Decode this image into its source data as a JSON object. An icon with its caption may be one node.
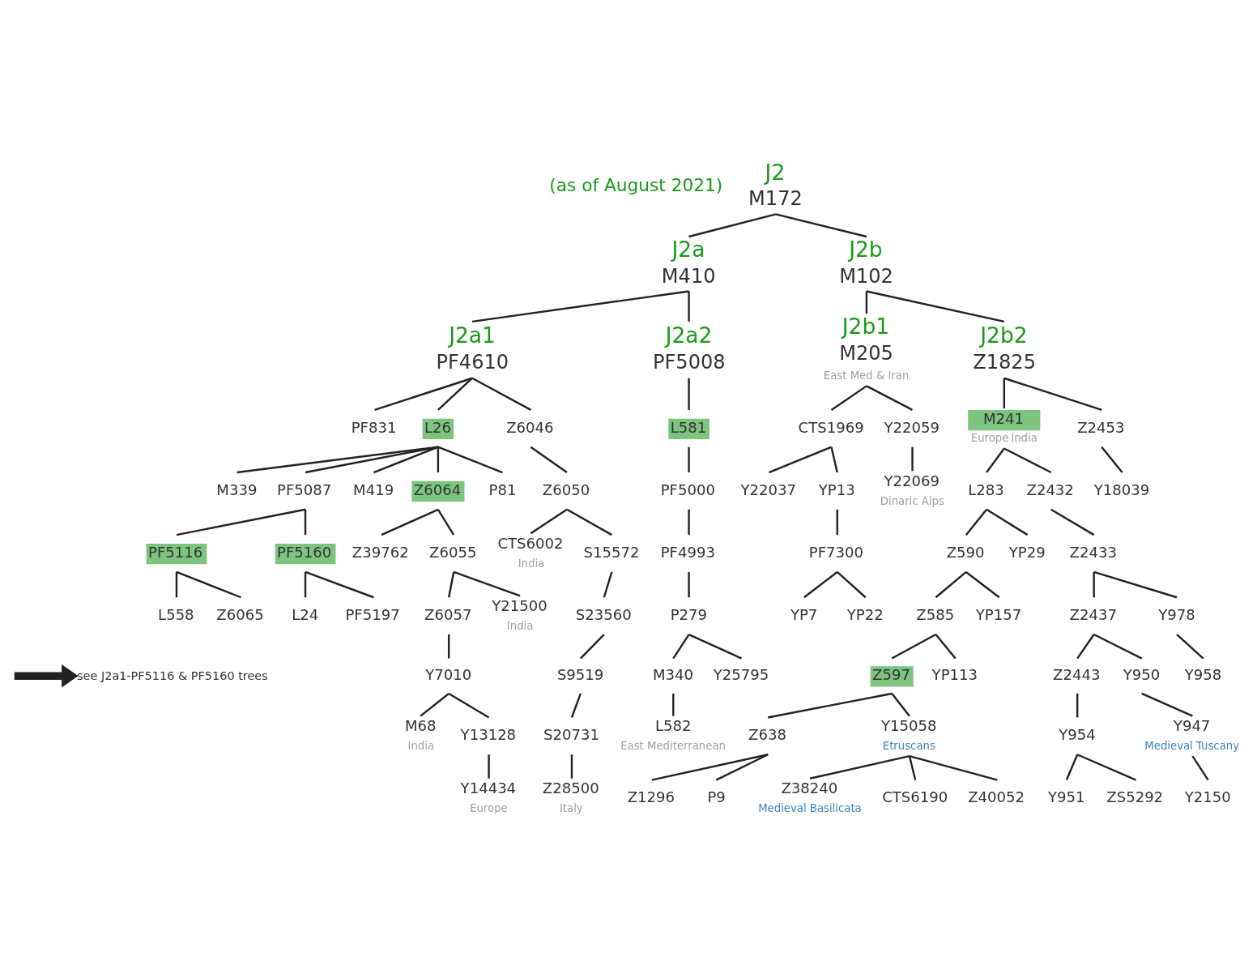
{
  "diagram": {
    "nodes": [
      {
        "text": [
          "J2",
          "M172"
        ]
      },
      {
        "text": [
          "J2a",
          "M410"
        ]
      },
      {
        "text": [
          "J2b",
          "M102"
        ]
      },
      {
        "text": [
          "J2a1",
          "PF4610"
        ]
      },
      {
        "text": [
          "J2a2",
          "PF5008"
        ]
      },
      {
        "text": [
          "J2b1",
          "M205"
        ],
        "beside": [
          "East Med & Iran"
        ]
      },
      {
        "text": [
          "J2b2",
          "Z1825"
        ]
      },
      {
        "text": [
          "PF831"
        ]
      },
      {
        "text": [
          "L26"
        ]
      },
      {
        "text": [
          "Z6046"
        ]
      },
      {
        "text": [
          "L581"
        ]
      },
      {
        "text": [
          "CTS1969"
        ]
      },
      {
        "text": [
          "Y22059"
        ]
      },
      {
        "text": [
          "M241"
        ],
        "beside": [
          "Europe",
          "India"
        ]
      },
      {
        "text": [
          "Z2453"
        ]
      },
      {
        "text": [
          "M339"
        ]
      },
      {
        "text": [
          "PF5087"
        ]
      },
      {
        "text": [
          "M419"
        ]
      },
      {
        "text": [
          "Z6064"
        ]
      },
      {
        "text": [
          "P81"
        ]
      },
      {
        "text": [
          "Z6050"
        ]
      },
      {
        "text": [
          "PF5000"
        ]
      },
      {
        "text": [
          "Y22037"
        ]
      },
      {
        "text": [
          "YP13"
        ]
      },
      {
        "text": [
          "Y22069"
        ],
        "beside": [
          "Dinaric Alps"
        ]
      },
      {
        "text": [
          "L283"
        ]
      },
      {
        "text": [
          "Z2432"
        ]
      },
      {
        "text": [
          "Y18039"
        ]
      },
      {
        "text": [
          "PF5116"
        ]
      },
      {
        "text": [
          "PF5160"
        ]
      },
      {
        "text": [
          "Z39762"
        ]
      },
      {
        "text": [
          "Z6055"
        ]
      },
      {
        "text": [
          "CTS6002"
        ],
        "beside": [
          "India"
        ]
      },
      {
        "text": [
          "S15572"
        ]
      },
      {
        "text": [
          "PF4993"
        ]
      },
      {
        "text": [
          "PF7300"
        ]
      },
      {
        "text": [
          "Z590"
        ]
      },
      {
        "text": [
          "YP29"
        ]
      },
      {
        "text": [
          "Z2433"
        ]
      },
      {
        "text": [
          "L558"
        ]
      },
      {
        "text": [
          "Z6065"
        ]
      },
      {
        "text": [
          "L24"
        ]
      },
      {
        "text": [
          "PF5197"
        ]
      },
      {
        "text": [
          "Z6057"
        ]
      },
      {
        "text": [
          "Y21500"
        ],
        "beside": [
          "India"
        ]
      },
      {
        "text": [
          "S23560"
        ]
      },
      {
        "text": [
          "P279"
        ]
      },
      {
        "text": [
          "YP7"
        ]
      },
      {
        "text": [
          "YP22"
        ]
      },
      {
        "text": [
          "Z585"
        ]
      },
      {
        "text": [
          "YP157"
        ]
      },
      {
        "text": [
          "Z2437"
        ]
      },
      {
        "text": [
          "Y978"
        ]
      },
      {
        "text": [
          "see J2a1-PF5116 & PF5160 trees"
        ]
      },
      {
        "text": [
          "Y7010"
        ]
      },
      {
        "text": [
          "S9519"
        ]
      },
      {
        "text": [
          "M340"
        ]
      },
      {
        "text": [
          "Y25795"
        ]
      },
      {
        "text": [
          "Z597"
        ]
      },
      {
        "text": [
          "YP113"
        ]
      },
      {
        "text": [
          "Z2443"
        ]
      },
      {
        "text": [
          "Y950"
        ]
      },
      {
        "text": [
          "Y958"
        ]
      },
      {
        "text": [
          "M68"
        ],
        "beside": [
          "India"
        ]
      },
      {
        "text": [
          "Y13128"
        ]
      },
      {
        "text": [
          "S20731"
        ]
      },
      {
        "text": [
          "L582"
        ],
        "beside": [
          "East Mediterranean"
        ]
      },
      {
        "text": [
          "Z638"
        ]
      },
      {
        "text": [
          "Y15058"
        ],
        "beside": [
          "Etruscans"
        ]
      },
      {
        "text": [
          "Y954"
        ]
      },
      {
        "text": [
          "Y947"
        ],
        "beside": [
          "Medieval Tuscany"
        ]
      },
      {
        "text": [
          "Y14434"
        ],
        "beside": [
          "Europe"
        ]
      },
      {
        "text": [
          "Z28500"
        ],
        "beside": [
          "Italy"
        ]
      },
      {
        "text": [
          "Z1296"
        ]
      },
      {
        "text": [
          "P9"
        ]
      },
      {
        "text": [
          "Z38240"
        ],
        "beside": [
          "Medieval Basilicata"
        ]
      },
      {
        "text": [
          "CTS6190"
        ]
      },
      {
        "text": [
          "Z40052"
        ]
      },
      {
        "text": [
          "Y951"
        ]
      },
      {
        "text": [
          "ZS5292"
        ]
      },
      {
        "text": [
          "Y2150"
        ]
      }
    ],
    "edges": [
      {
        "from": 0,
        "to": 1,
        "arrow": "none"
      },
      {
        "from": 0,
        "to": 2,
        "arrow": "none"
      },
      {
        "from": 1,
        "to": 3,
        "arrow": "none"
      },
      {
        "from": 1,
        "to": 4,
        "arrow": "none"
      },
      {
        "from": 2,
        "to": 5,
        "arrow": "none"
      },
      {
        "from": 2,
        "to": 6,
        "arrow": "none"
      },
      {
        "from": 3,
        "to": 7,
        "arrow": "none"
      },
      {
        "from": 3,
        "to": 8,
        "arrow": "none"
      },
      {
        "from": 3,
        "to": 9,
        "arrow": "none"
      },
      {
        "from": 4,
        "to": 10,
        "arrow": "none"
      },
      {
        "from": 5,
        "to": 11,
        "arrow": "none"
      },
      {
        "from": 5,
        "to": 12,
        "arrow": "none"
      },
      {
        "from": 6,
        "to": 13,
        "arrow": "none"
      },
      {
        "from": 6,
        "to": 14,
        "arrow": "none"
      },
      {
        "from": 8,
        "to": 15,
        "arrow": "none"
      },
      {
        "from": 8,
        "to": 16,
        "arrow": "none"
      },
      {
        "from": 8,
        "to": 17,
        "arrow": "none"
      },
      {
        "from": 8,
        "to": 18,
        "arrow": "none"
      },
      {
        "from": 8,
        "to": 19,
        "arrow": "none"
      },
      {
        "from": 9,
        "to": 20,
        "arrow": "none"
      },
      {
        "from": 10,
        "to": 21,
        "arrow": "none"
      },
      {
        "from": 11,
        "to": 22,
        "arrow": "none"
      },
      {
        "from": 11,
        "to": 23,
        "arrow": "none"
      },
      {
        "from": 12,
        "to": 24,
        "arrow": "none"
      },
      {
        "from": 13,
        "to": 25,
        "arrow": "none"
      },
      {
        "from": 13,
        "to": 26,
        "arrow": "none"
      },
      {
        "from": 14,
        "to": 27,
        "arrow": "none"
      },
      {
        "from": 16,
        "to": 28,
        "arrow": "none"
      },
      {
        "from": 16,
        "to": 29,
        "arrow": "none"
      },
      {
        "from": 18,
        "to": 30,
        "arrow": "none"
      },
      {
        "from": 18,
        "to": 31,
        "arrow": "none"
      },
      {
        "from": 20,
        "to": 32,
        "arrow": "none"
      },
      {
        "from": 20,
        "to": 33,
        "arrow": "none"
      },
      {
        "from": 21,
        "to": 34,
        "arrow": "none"
      },
      {
        "from": 23,
        "to": 35,
        "arrow": "none"
      },
      {
        "from": 25,
        "to": 36,
        "arrow": "none"
      },
      {
        "from": 25,
        "to": 37,
        "arrow": "none"
      },
      {
        "from": 26,
        "to": 38,
        "arrow": "none"
      },
      {
        "from": 28,
        "to": 39,
        "arrow": "none"
      },
      {
        "from": 28,
        "to": 40,
        "arrow": "none"
      },
      {
        "from": 29,
        "to": 41,
        "arrow": "none"
      },
      {
        "from": 29,
        "to": 42,
        "arrow": "none"
      },
      {
        "from": 31,
        "to": 43,
        "arrow": "none"
      },
      {
        "from": 31,
        "to": 44,
        "arrow": "none"
      },
      {
        "from": 33,
        "to": 45,
        "arrow": "none"
      },
      {
        "from": 34,
        "to": 46,
        "arrow": "none"
      },
      {
        "from": 35,
        "to": 47,
        "arrow": "none"
      },
      {
        "from": 35,
        "to": 48,
        "arrow": "none"
      },
      {
        "from": 36,
        "to": 49,
        "arrow": "none"
      },
      {
        "from": 36,
        "to": 50,
        "arrow": "none"
      },
      {
        "from": 38,
        "to": 51,
        "arrow": "none"
      },
      {
        "from": 38,
        "to": 52,
        "arrow": "none"
      },
      {
        "from": null,
        "to": 53,
        "arrow": "to",
        "style": "thick"
      },
      {
        "from": 43,
        "to": 54,
        "arrow": "none"
      },
      {
        "from": 45,
        "to": 55,
        "arrow": "none"
      },
      {
        "from": 46,
        "to": 56,
        "arrow": "none"
      },
      {
        "from": 46,
        "to": 57,
        "arrow": "none"
      },
      {
        "from": 49,
        "to": 58,
        "arrow": "none"
      },
      {
        "from": 49,
        "to": 59,
        "arrow": "none"
      },
      {
        "from": 51,
        "to": 60,
        "arrow": "none"
      },
      {
        "from": 51,
        "to": 61,
        "arrow": "none"
      },
      {
        "from": 52,
        "to": 62,
        "arrow": "none"
      },
      {
        "from": 54,
        "to": 63,
        "arrow": "none"
      },
      {
        "from": 54,
        "to": 64,
        "arrow": "none"
      },
      {
        "from": 55,
        "to": 65,
        "arrow": "none"
      },
      {
        "from": 56,
        "to": 66,
        "arrow": "none"
      },
      {
        "from": 58,
        "to": 67,
        "arrow": "none"
      },
      {
        "from": 58,
        "to": 68,
        "arrow": "none"
      },
      {
        "from": 60,
        "to": 69,
        "arrow": "none"
      },
      {
        "from": 61,
        "to": 70,
        "arrow": "none"
      },
      {
        "from": 64,
        "to": 71,
        "arrow": "none"
      },
      {
        "from": 65,
        "to": 72,
        "arrow": "none"
      },
      {
        "from": 67,
        "to": 73,
        "arrow": "none"
      },
      {
        "from": 67,
        "to": 74,
        "arrow": "none"
      },
      {
        "from": 68,
        "to": 75,
        "arrow": "none"
      },
      {
        "from": 68,
        "to": 76,
        "arrow": "none"
      },
      {
        "from": 68,
        "to": 77,
        "arrow": "none"
      },
      {
        "from": 69,
        "to": 78,
        "arrow": "none"
      },
      {
        "from": 69,
        "to": 79,
        "arrow": "none"
      },
      {
        "from": 70,
        "to": 80,
        "arrow": "none"
      }
    ],
    "labels": [
      "(as of August 2021)"
    ]
  }
}
